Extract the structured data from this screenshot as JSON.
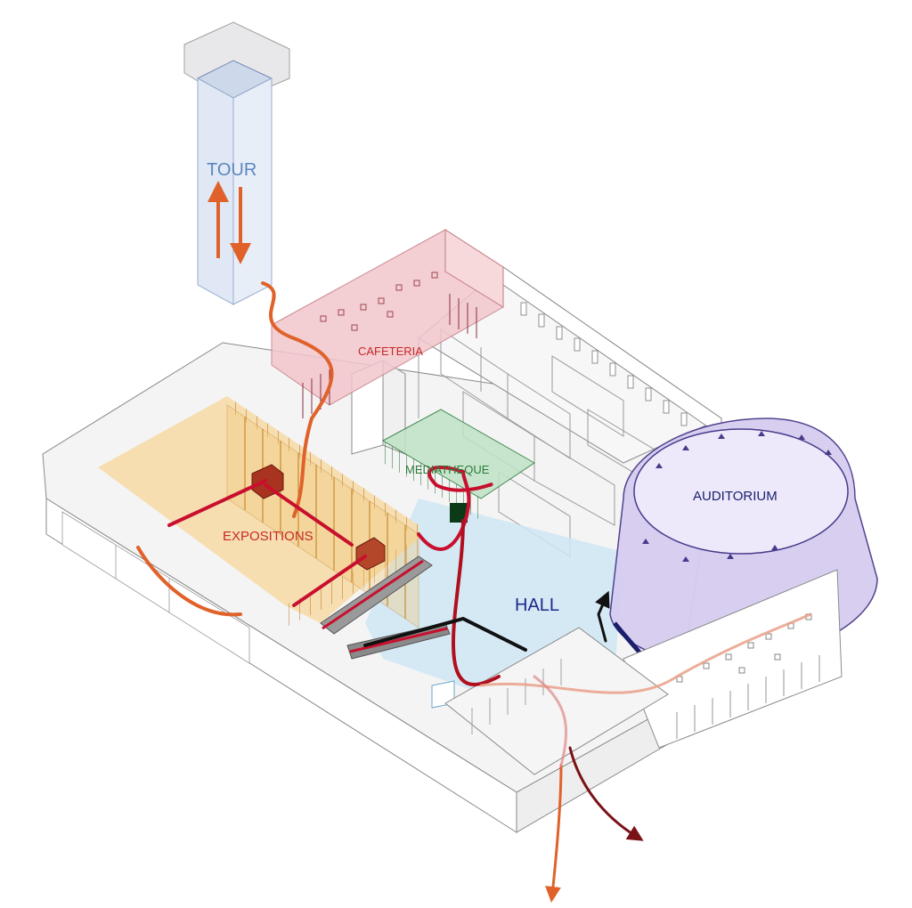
{
  "labels": {
    "tour": "TOUR",
    "cafeteria": "CAFETERIA",
    "mediatheque": "MEDIATHEQUE",
    "auditorium": "AUDITORIUM",
    "expositions": "EXPOSITIONS",
    "hall": "HALL"
  },
  "colors": {
    "tour": "#5b86c0",
    "cafeteria": "#c62a2a",
    "mediatheque": "#2d7a3a",
    "auditorium": "#1b1f6b",
    "expositions": "#c62a2a",
    "hall": "#1b2a8a",
    "circulation_red": "#c8102e",
    "circulation_orange": "#e0622a",
    "circulation_dark": "#7a1218",
    "circulation_black": "#111111",
    "zone_tour": "#dfe8f4",
    "zone_cafeteria": "#f2c6cc",
    "zone_mediatheque": "#bfe3c6",
    "zone_auditorium": "#d6cdf0",
    "zone_expositions": "#f6dcaa",
    "zone_hall": "#cfe6f3"
  }
}
